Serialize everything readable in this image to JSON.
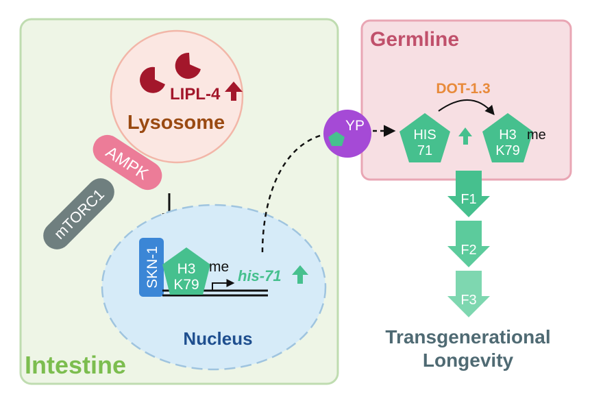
{
  "panels": {
    "intestine": {
      "label": "Intestine"
    },
    "germline": {
      "label": "Germline"
    }
  },
  "lysosome": {
    "label": "Lysosome",
    "lipase_label": "LIPL-4",
    "lipase_change": "up"
  },
  "signaling": {
    "ampk": "AMPK",
    "mtorc1": "mTORC1"
  },
  "nucleus": {
    "label": "Nucleus",
    "tf_label": "SKN-1",
    "histone_line1": "H3",
    "histone_line2": "K79",
    "methyl_mark": "me",
    "gene_label": "his-71",
    "gene_change": "up"
  },
  "transport": {
    "carrier": "YP"
  },
  "germline_detail": {
    "enzyme": "DOT-1.3",
    "histone_a_line1": "HIS",
    "histone_a_line2": "71",
    "histone_b_line1": "H3",
    "histone_b_line2": "K79",
    "methyl_mark": "me",
    "change": "up"
  },
  "generations": [
    "F1",
    "F2",
    "F3"
  ],
  "outcome": {
    "line1": "Transgenerational",
    "line2": "Longevity"
  },
  "colors": {
    "intestine_fill": "#eef5e6",
    "intestine_border": "#bfdcb0",
    "intestine_text": "#7cbd4f",
    "germline_fill": "#f7dfe3",
    "germline_border": "#e9a6b4",
    "germline_text": "#c0506b",
    "lysosome_fill": "#fbe7e2",
    "lysosome_border": "#f2b6a8",
    "lysosome_text": "#9a4a12",
    "lipase_red": "#a3172b",
    "ampk_pink": "#ec7c98",
    "mtorc1_gray": "#6f7f7f",
    "nucleus_fill": "#d6ebf8",
    "nucleus_border": "#9fc4df",
    "nucleus_text": "#1f4f8f",
    "skn1_blue": "#3b86d6",
    "histone_green": "#46c08e",
    "yp_purple": "#a54ad6",
    "enzyme_orange": "#e88a3a",
    "outcome_gray": "#4f6a73"
  }
}
